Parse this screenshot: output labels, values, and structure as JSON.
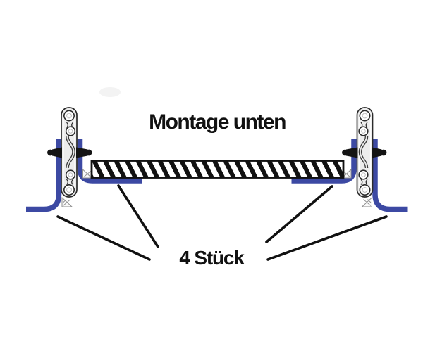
{
  "diagram": {
    "title": "Montage unten",
    "caption": "4 Stück",
    "colors": {
      "bracket_blue": "#3c49a3",
      "line_black": "#111111",
      "slide_fill": "#ececec",
      "slide_outline": "#2b2b2b",
      "background": "#ffffff"
    },
    "parts": {
      "left_slide": "drawer-slide-cross-section",
      "right_slide": "drawer-slide-cross-section",
      "panel": "hatched-board-cross-section",
      "brackets": "blue-angle-bracket",
      "leader_line_count": 4
    }
  }
}
